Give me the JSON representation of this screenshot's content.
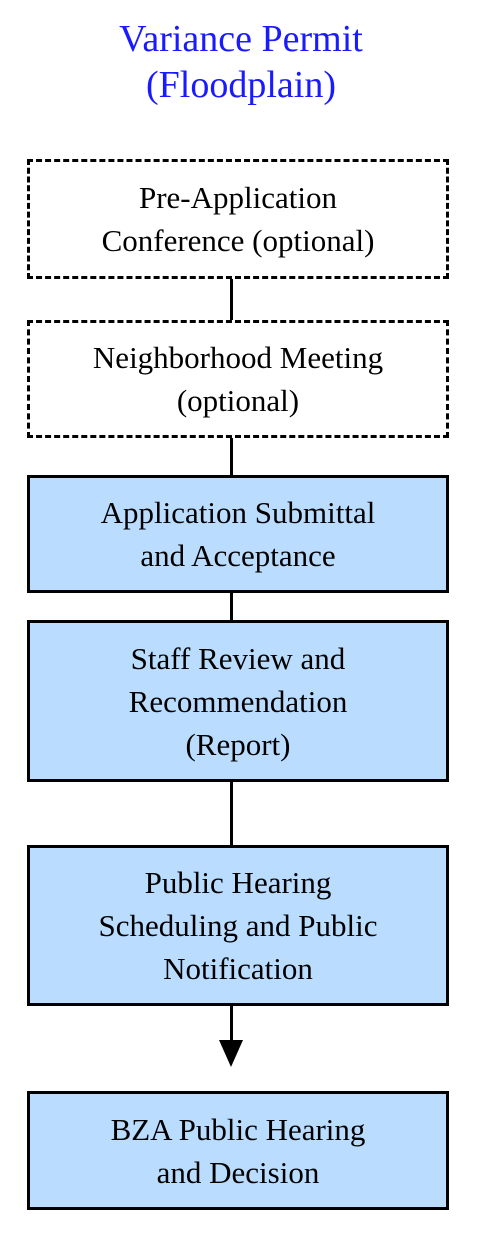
{
  "title": {
    "line1": "Variance Permit",
    "line2": "(Floodplain)"
  },
  "colors": {
    "title": "#1a1aff",
    "step_fill": "#b9dcff",
    "optional_fill": "#ffffff",
    "line": "#000000"
  },
  "steps": [
    {
      "lines": [
        "Pre-Application",
        "Conference (optional)"
      ],
      "optional": true
    },
    {
      "lines": [
        "Neighborhood Meeting",
        "(optional)"
      ],
      "optional": true
    },
    {
      "lines": [
        "Application Submittal",
        "and Acceptance"
      ],
      "optional": false
    },
    {
      "lines": [
        "Staff Review and",
        "Recommendation",
        "(Report)"
      ],
      "optional": false
    },
    {
      "lines": [
        "Public Hearing",
        "Scheduling and Public",
        "Notification"
      ],
      "optional": false
    },
    {
      "lines": [
        "BZA Public Hearing",
        "and Decision"
      ],
      "optional": false
    }
  ]
}
